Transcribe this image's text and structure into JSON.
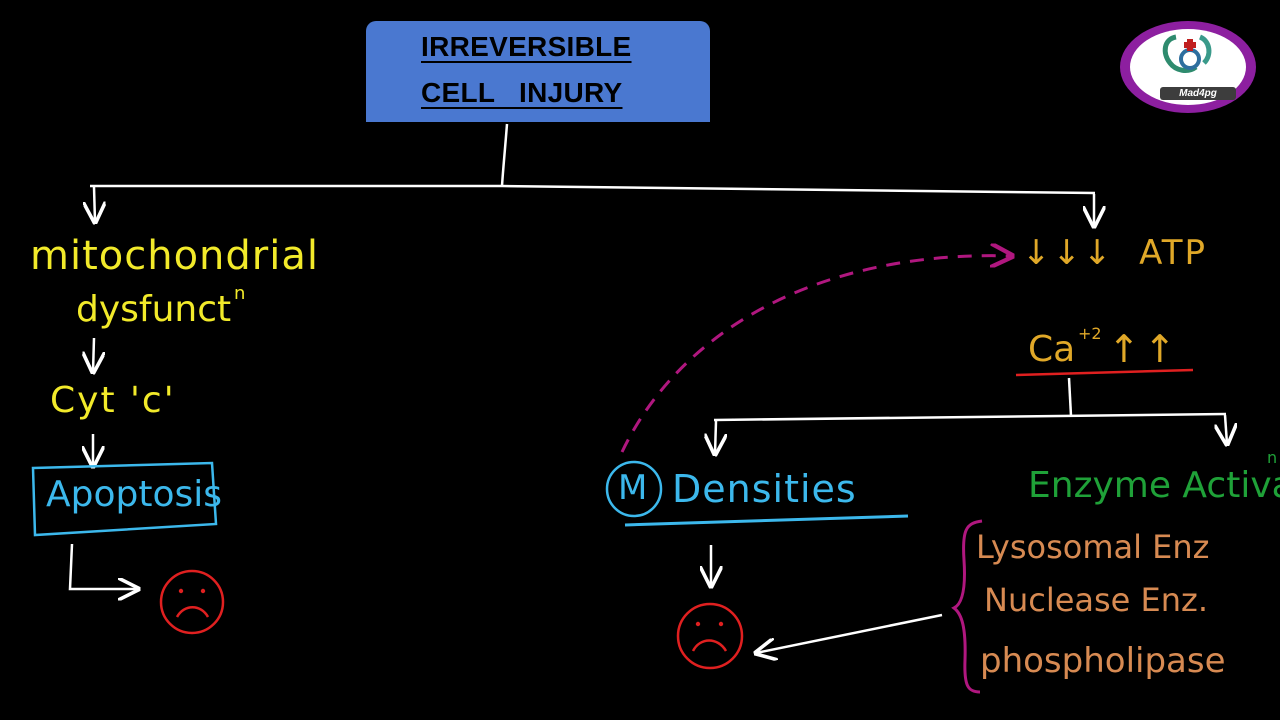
{
  "title": {
    "line1": "IRREVERSIBLE",
    "line2": "CELL   INJURY"
  },
  "logo": {
    "text": "Mad4pg"
  },
  "left_branch": {
    "mito_line1": "mitochondrial",
    "mito_line2": "dysfunct",
    "mito_superscript": "n",
    "cyt": "Cyt 'c'",
    "apoptosis": "Apoptosis"
  },
  "right_branch": {
    "atp": "↓↓↓  ATP",
    "calcium": "Ca",
    "calcium_superscript": "+2",
    "calcium_arrows": "↑↑",
    "m_circle": "M",
    "densities": "Densities",
    "enzyme_activation": "Enzyme Activat",
    "enzyme_superscript": "n",
    "enzymes": [
      "Lysosomal Enz",
      "Nuclease Enz.",
      "phospholipase"
    ]
  },
  "colors": {
    "background": "#000000",
    "title_box": "#4a78d0",
    "yellow": "#f2ea2a",
    "cyan": "#3cb8ec",
    "orange": "#e0a828",
    "green": "#1fa138",
    "brown": "#d78a52",
    "red": "#e02020",
    "magenta": "#b0177f",
    "white": "#ffffff"
  },
  "icons": [
    "sad-face-icon",
    "stethoscope-logo-icon"
  ]
}
